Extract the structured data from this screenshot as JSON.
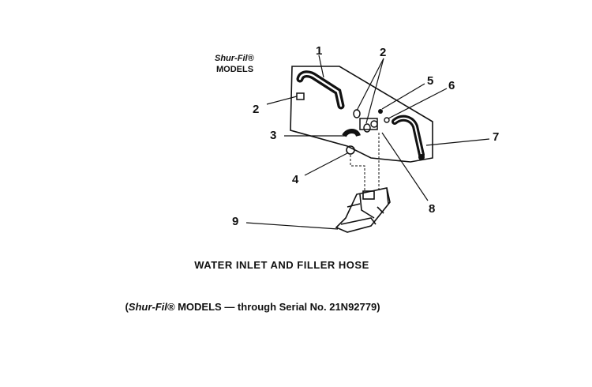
{
  "header": {
    "brand": "Shur-Fil®",
    "models": "MODELS"
  },
  "callouts": [
    "1",
    "2",
    "2",
    "5",
    "6",
    "7",
    "3",
    "4",
    "8",
    "9"
  ],
  "caption": {
    "title": "WATER INLET AND FILLER HOSE",
    "subtitle_brand": "Shur-Fil®",
    "subtitle_rest": " MODELS — through Serial No. 21N92779)",
    "subtitle_open": "("
  }
}
